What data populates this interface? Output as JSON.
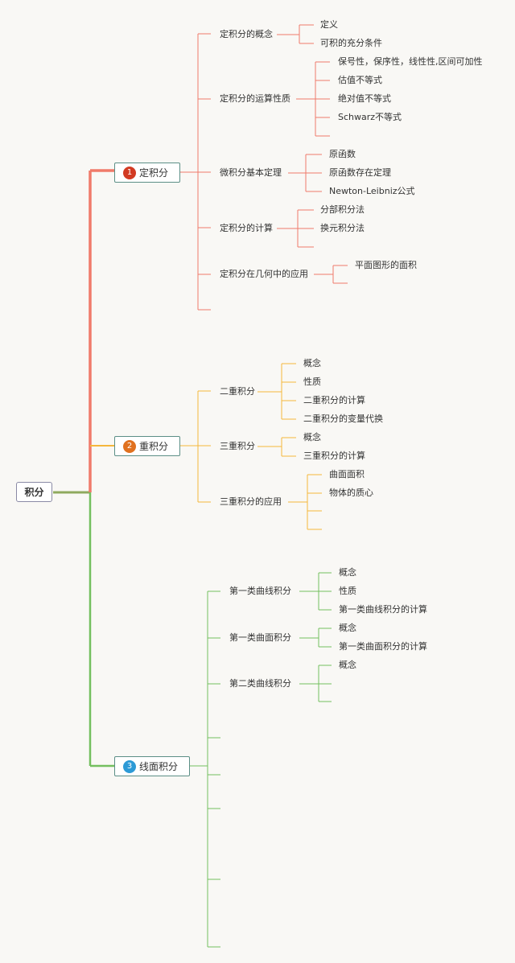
{
  "root": {
    "label": "积分"
  },
  "colors": {
    "b1": "#f07a6a",
    "b2": "#f5b73c",
    "b3": "#74bf5f",
    "root_line": "#8faa5e"
  },
  "branches": [
    {
      "badge": "1",
      "badge_color": "#d23a22",
      "label": "定积分",
      "children": [
        {
          "label": "定积分的概念",
          "children": [
            "定义",
            "可积的充分条件"
          ]
        },
        {
          "label": "定积分的运算性质",
          "children": [
            "保号性，保序性，线性性,区间可加性",
            "估值不等式",
            "绝对值不等式",
            "Schwarz不等式"
          ]
        },
        {
          "label": "微积分基本定理",
          "children": [
            "原函数",
            "原函数存在定理",
            "Newton-Leibniz公式"
          ]
        },
        {
          "label": "定积分的计算",
          "children": [
            "分部积分法",
            "换元积分法"
          ]
        },
        {
          "label": "定积分在几何中的应用",
          "children": [
            "平面图形的面积"
          ]
        }
      ]
    },
    {
      "badge": "2",
      "badge_color": "#e0711f",
      "label": "重积分",
      "children": [
        {
          "label": "二重积分",
          "children": [
            "概念",
            "性质",
            "二重积分的计算",
            "二重积分的变量代换"
          ]
        },
        {
          "label": "三重积分",
          "children": [
            "概念",
            "三重积分的计算"
          ]
        },
        {
          "label": "三重积分的应用",
          "children": [
            "曲面面积",
            "物体的质心"
          ]
        }
      ]
    },
    {
      "badge": "3",
      "badge_color": "#2d9ad6",
      "label": "线面积分",
      "children": [
        {
          "label": "第一类曲线积分",
          "children": [
            "概念",
            "性质",
            "第一类曲线积分的计算"
          ]
        },
        {
          "label": "第一类曲面积分",
          "children": [
            "概念",
            "第一类曲面积分的计算"
          ]
        },
        {
          "label": "第二类曲线积分",
          "children": [
            "概念"
          ]
        }
      ]
    }
  ]
}
